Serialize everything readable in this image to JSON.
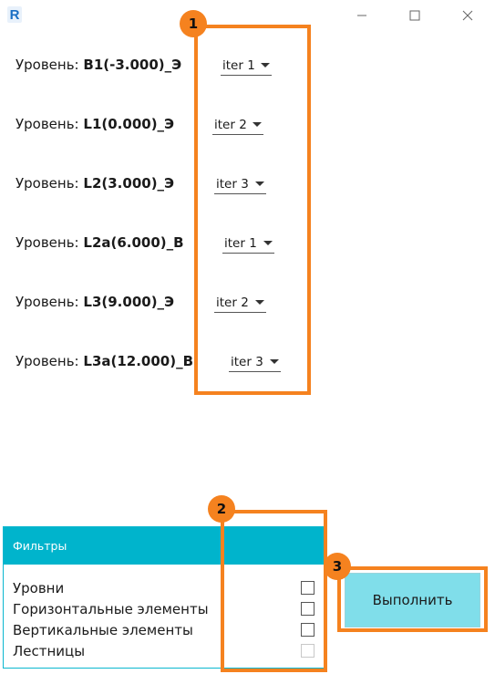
{
  "window": {
    "logo_letter": "R",
    "minimize_icon": "minimize-icon",
    "maximize_icon": "maximize-icon",
    "close_icon": "close-icon"
  },
  "levels": [
    {
      "prefix": "Уровень: ",
      "name": "B1(-3.000)_Э",
      "iteration": "iter 1"
    },
    {
      "prefix": "Уровень: ",
      "name": "L1(0.000)_Э",
      "iteration": "iter 2"
    },
    {
      "prefix": "Уровень: ",
      "name": "L2(3.000)_Э",
      "iteration": "iter 3"
    },
    {
      "prefix": "Уровень: ",
      "name": "L2a(6.000)_B",
      "iteration": "iter 1"
    },
    {
      "prefix": "Уровень: ",
      "name": "L3(9.000)_Э",
      "iteration": "iter 2"
    },
    {
      "prefix": "Уровень: ",
      "name": "L3a(12.000)_B",
      "iteration": "iter 3"
    }
  ],
  "filters": {
    "title": "Фильтры",
    "items": [
      {
        "label": "Уровни",
        "checked": false,
        "enabled": true
      },
      {
        "label": "Горизонтальные элементы",
        "checked": false,
        "enabled": true
      },
      {
        "label": "Вертикальные элементы",
        "checked": false,
        "enabled": true
      },
      {
        "label": "Лестницы",
        "checked": false,
        "enabled": false
      }
    ]
  },
  "run_button": {
    "label": "Выполнить"
  },
  "annotations": [
    {
      "number": "1"
    },
    {
      "number": "2"
    },
    {
      "number": "3"
    }
  ],
  "colors": {
    "accent_orange": "#f5821f",
    "header_teal": "#00b4cc",
    "button_cyan": "#80deea",
    "logo_blue": "#1a6fc4"
  }
}
